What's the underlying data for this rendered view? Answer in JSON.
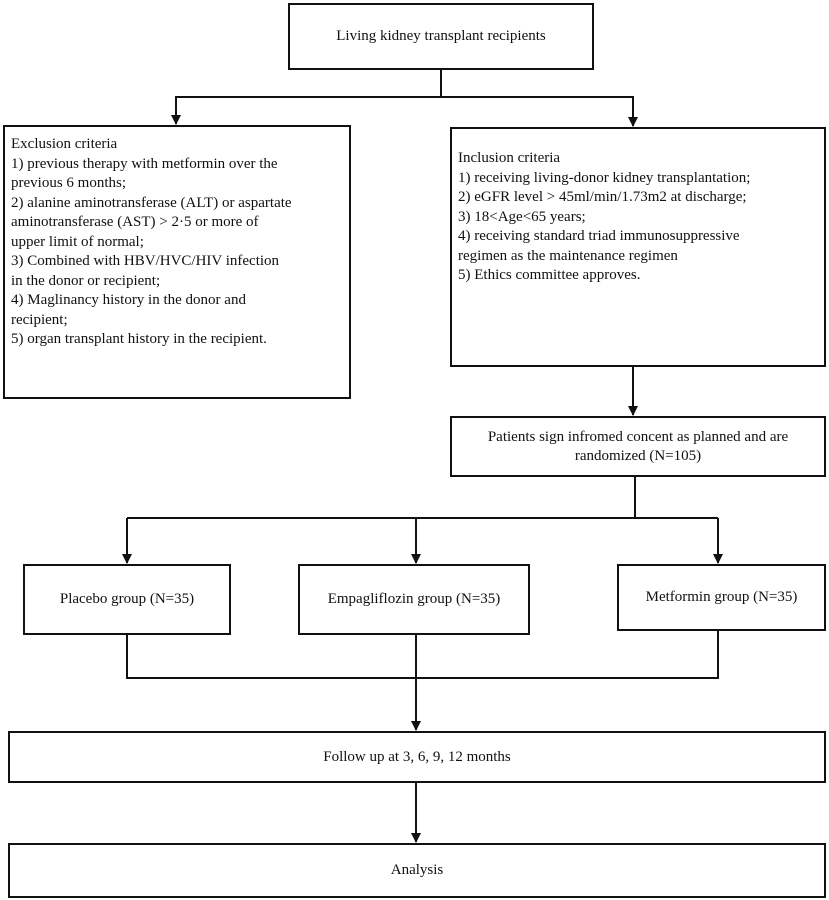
{
  "top_box": "Living kidney transplant recipients",
  "exclusion": {
    "title": "Exclusion criteria",
    "lines": [
      "1) previous therapy with metformin over the",
      "previous 6 months;",
      "2) alanine aminotransferase (ALT) or aspartate",
      "aminotransferase (AST) > 2·5 or more of",
      "upper limit of normal;",
      "3) Combined with HBV/HVC/HIV infection",
      "in the donor or recipient;",
      "4) Maglinancy history in the donor and",
      "recipient;",
      "5) organ transplant history in the recipient."
    ]
  },
  "inclusion": {
    "title": "Inclusion criteria",
    "lines": [
      "1) receiving living-donor kidney transplantation;",
      "2) eGFR level > 45ml/min/1.73m2 at discharge;",
      "3) 18<Age<65 years;",
      "4) receiving standard triad immunosuppressive",
      "regimen as the maintenance regimen",
      "5) Ethics committee approves."
    ]
  },
  "randomize": {
    "line1": "Patients sign infromed concent as planned and are",
    "line2": "randomized (N=105)"
  },
  "groups": {
    "placebo": "Placebo group (N=35)",
    "empagliflozin": "Empagliflozin group (N=35)",
    "metformin": "Metformin group (N=35)"
  },
  "follow_up": "Follow up at 3, 6, 9, 12 months",
  "analysis": "Analysis"
}
